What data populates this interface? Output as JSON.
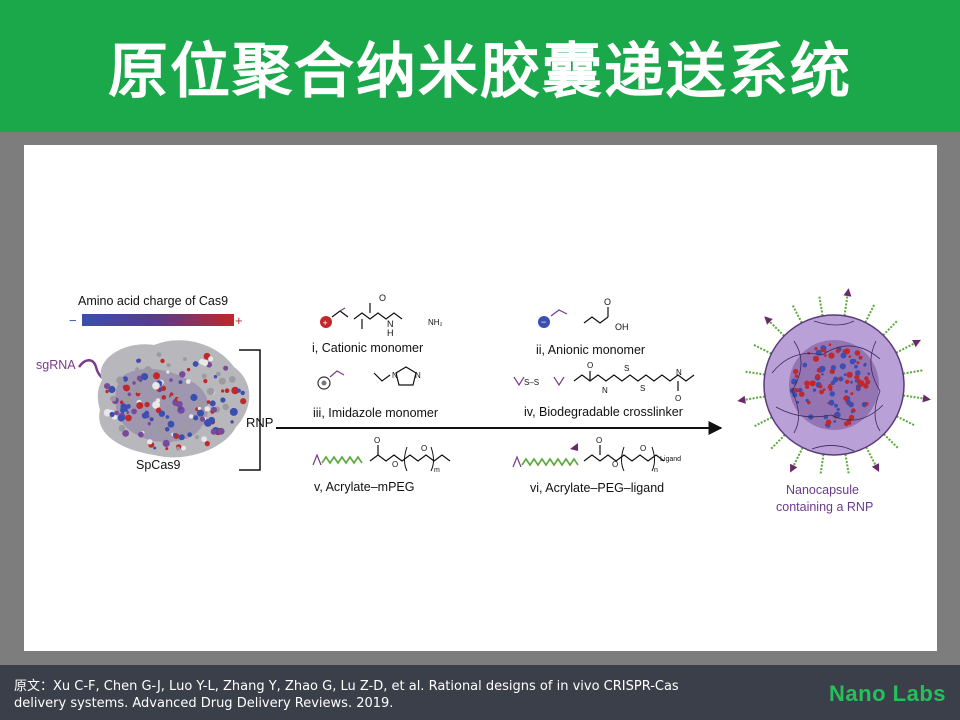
{
  "header": {
    "title": "原位聚合纳米胶囊递送系统"
  },
  "figure": {
    "charge_bar_label": "Amino acid charge of Cas9",
    "charge_minus": "−",
    "charge_plus": "+",
    "sgrna_label": "sgRNA",
    "protein_label": "SpCas9",
    "rnp_label": "RNP",
    "monomers": [
      {
        "name": "i, Cationic monomer"
      },
      {
        "name": "ii, Anionic monomer"
      },
      {
        "name": "iii,  Imidazole monomer"
      },
      {
        "name": "iv, Biodegradable crosslinker"
      },
      {
        "name": "v, Acrylate–mPEG"
      },
      {
        "name": "vi, Acrylate–PEG–ligand"
      }
    ],
    "chem_labels": {
      "o": "O",
      "n": "N",
      "h": "H",
      "nh2": "NH₂",
      "oh": "OH",
      "s_s": "S–S",
      "s": "S",
      "m": "m",
      "n_sub": "n",
      "ligand": "Ligand"
    },
    "product_line1": "Nanocapsule",
    "product_line2": "containing a RNP",
    "colors": {
      "capsule_fill": "#b9a0d6",
      "capsule_core": "#6b3f8c",
      "peg_green": "#5aa83a",
      "ligand_purple": "#6a2a6a",
      "product_text": "#6a3a8a",
      "sgrna_text": "#7a3a8a",
      "charge_neg": "#3a4fb0",
      "charge_pos": "#c0282a"
    }
  },
  "footer": {
    "citation_line1": "原文：Xu C-F, Chen G-J, Luo Y-L, Zhang Y, Zhao G, Lu Z-D, et al. Rational designs of in vivo CRISPR-Cas",
    "citation_line2": "delivery systems.  Advanced Drug Delivery Reviews. 2019.",
    "brand": "Nano Labs"
  }
}
